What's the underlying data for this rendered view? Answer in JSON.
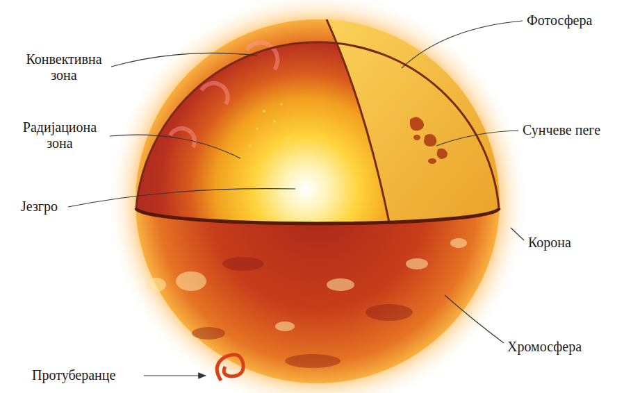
{
  "diagram": {
    "labels": [
      "Конвективна зона",
      "Радијациона зона",
      "Језгро",
      "Фотосфера",
      "Сунчеве пеге",
      "Корона",
      "Хромосфера",
      "Протуберанце"
    ]
  }
}
